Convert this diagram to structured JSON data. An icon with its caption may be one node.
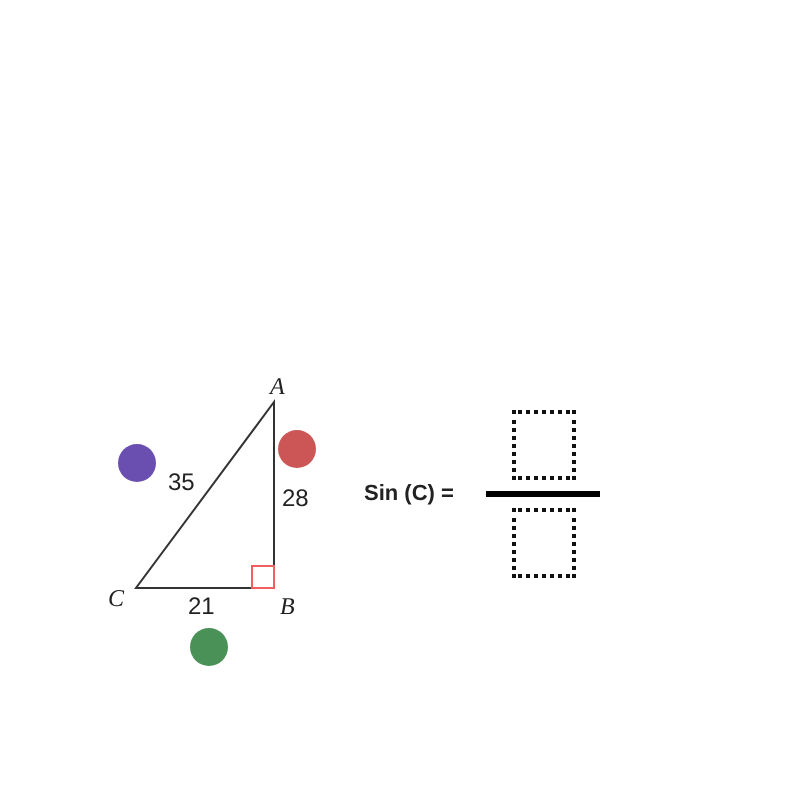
{
  "diagram": {
    "nodes": [
      {
        "text": [],
        "shape": "circle"
      },
      {
        "text": [],
        "shape": "circle"
      },
      {
        "text": [],
        "shape": "circle"
      },
      {
        "text": [],
        "shape": "box"
      },
      {
        "text": [],
        "shape": "box"
      }
    ],
    "labels": [
      "A",
      "35",
      "28",
      "Sin (C) =",
      "C",
      "21",
      "B"
    ]
  }
}
